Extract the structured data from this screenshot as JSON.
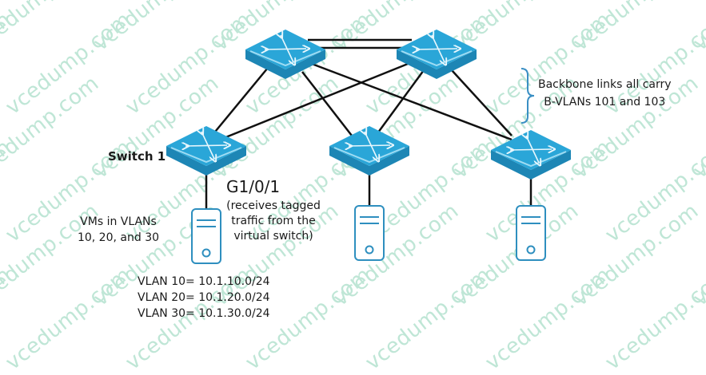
{
  "watermark": "vcedump.com",
  "colors": {
    "switch_top": "#2aa6d8",
    "switch_side": "#1d86b5",
    "switch_edge": "#9fdcf3",
    "server_outline": "#2e8fbf",
    "link": "#111111",
    "bracket": "#3a8fc4",
    "watermark": "#bfe6d6"
  },
  "switches": [
    {
      "id": "backbone-a",
      "role": "backbone"
    },
    {
      "id": "backbone-b",
      "role": "backbone"
    },
    {
      "id": "switch-1",
      "role": "access",
      "label": "Switch 1"
    },
    {
      "id": "switch-2",
      "role": "access"
    },
    {
      "id": "switch-3",
      "role": "access"
    }
  ],
  "labels": {
    "switch1": "Switch 1",
    "port": "G1/0/1",
    "port_note_1": "(receives tagged",
    "port_note_2": "traffic from the",
    "port_note_3": "virtual switch)",
    "vms_1": "VMs in VLANs",
    "vms_2": "10, 20, and 30",
    "backbone_1": "Backbone links all carry",
    "backbone_2": "B-VLANs 101 and 103"
  },
  "vlans": [
    {
      "text": "VLAN 10= 10.1.10.0/24"
    },
    {
      "text": "VLAN 20= 10.1.20.0/24"
    },
    {
      "text": "VLAN 30= 10.1.30.0/24"
    }
  ]
}
